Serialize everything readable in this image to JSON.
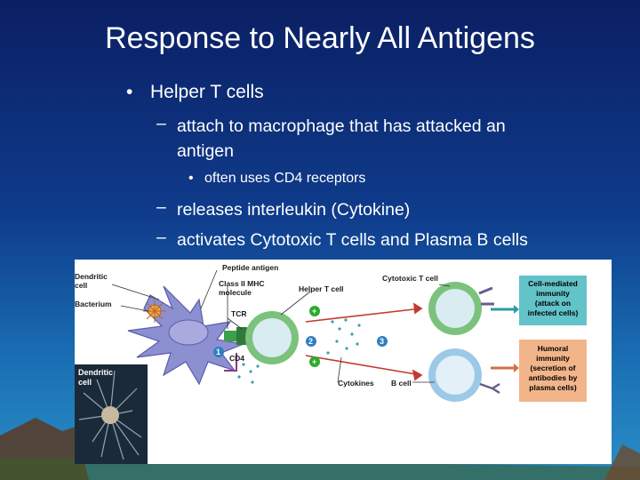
{
  "slide": {
    "title": "Response to Nearly All Antigens",
    "bullet_level1": "Helper T cells",
    "sub_items": [
      "attach to macrophage that has attacked an",
      "antigen"
    ],
    "sub_sub_item": "often uses CD4 receptors",
    "sub_items_2": [
      "releases interleukin (Cytokine)",
      "activates Cytotoxic T cells and Plasma B cells"
    ],
    "bullet_glyph": "•",
    "dash_glyph": "–"
  },
  "figure": {
    "labels": {
      "dendritic_cell": [
        "Dendritic",
        "cell"
      ],
      "bacterium": "Bacterium",
      "peptide_antigen": "Peptide antigen",
      "class_ii_mhc": [
        "Class II MHC",
        "molecule"
      ],
      "tcr": "TCR",
      "cd4": "CD4",
      "helper_t_cell": "Helper T cell",
      "cytotoxic_t_cell": "Cytotoxic T cell",
      "cytokines": "Cytokines",
      "b_cell": "B cell",
      "photo_dendritic": [
        "Dendritic",
        "cell"
      ],
      "steps": [
        "1",
        "2",
        "3"
      ],
      "plus": "+"
    },
    "boxes": {
      "cell_mediated": [
        "Cell-mediated",
        "immunity",
        "(attack on",
        "infected cells)"
      ],
      "humoral": [
        "Humoral",
        "immunity",
        "(secretion of",
        "antibodies by",
        "plasma cells)"
      ]
    },
    "colors": {
      "box_teal": "#62c3c9",
      "box_orange": "#f2b58a",
      "dendritic_body": "#8c8fd0",
      "cell_green": "#7bc37d",
      "cell_blue": "#9cc9e6",
      "step_badge": "#2f7ec1",
      "plus_badge": "#2eaa2e"
    }
  }
}
